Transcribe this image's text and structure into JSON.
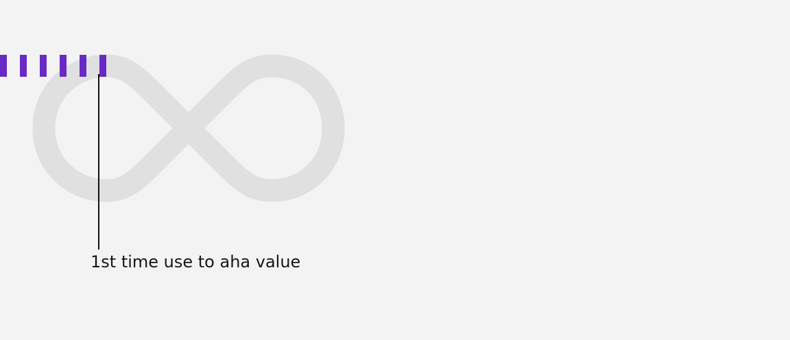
{
  "colors": {
    "background": "#f3f3f3",
    "infinity_loop": "#e0e0e0",
    "progress_stripes": "#6929c4",
    "callout": "#111111",
    "label_text": "#161616"
  },
  "progress": {
    "segment_count": 6,
    "description_icon": "dashed-progress-bar"
  },
  "callout": {
    "label": "1st time use to aha value"
  }
}
